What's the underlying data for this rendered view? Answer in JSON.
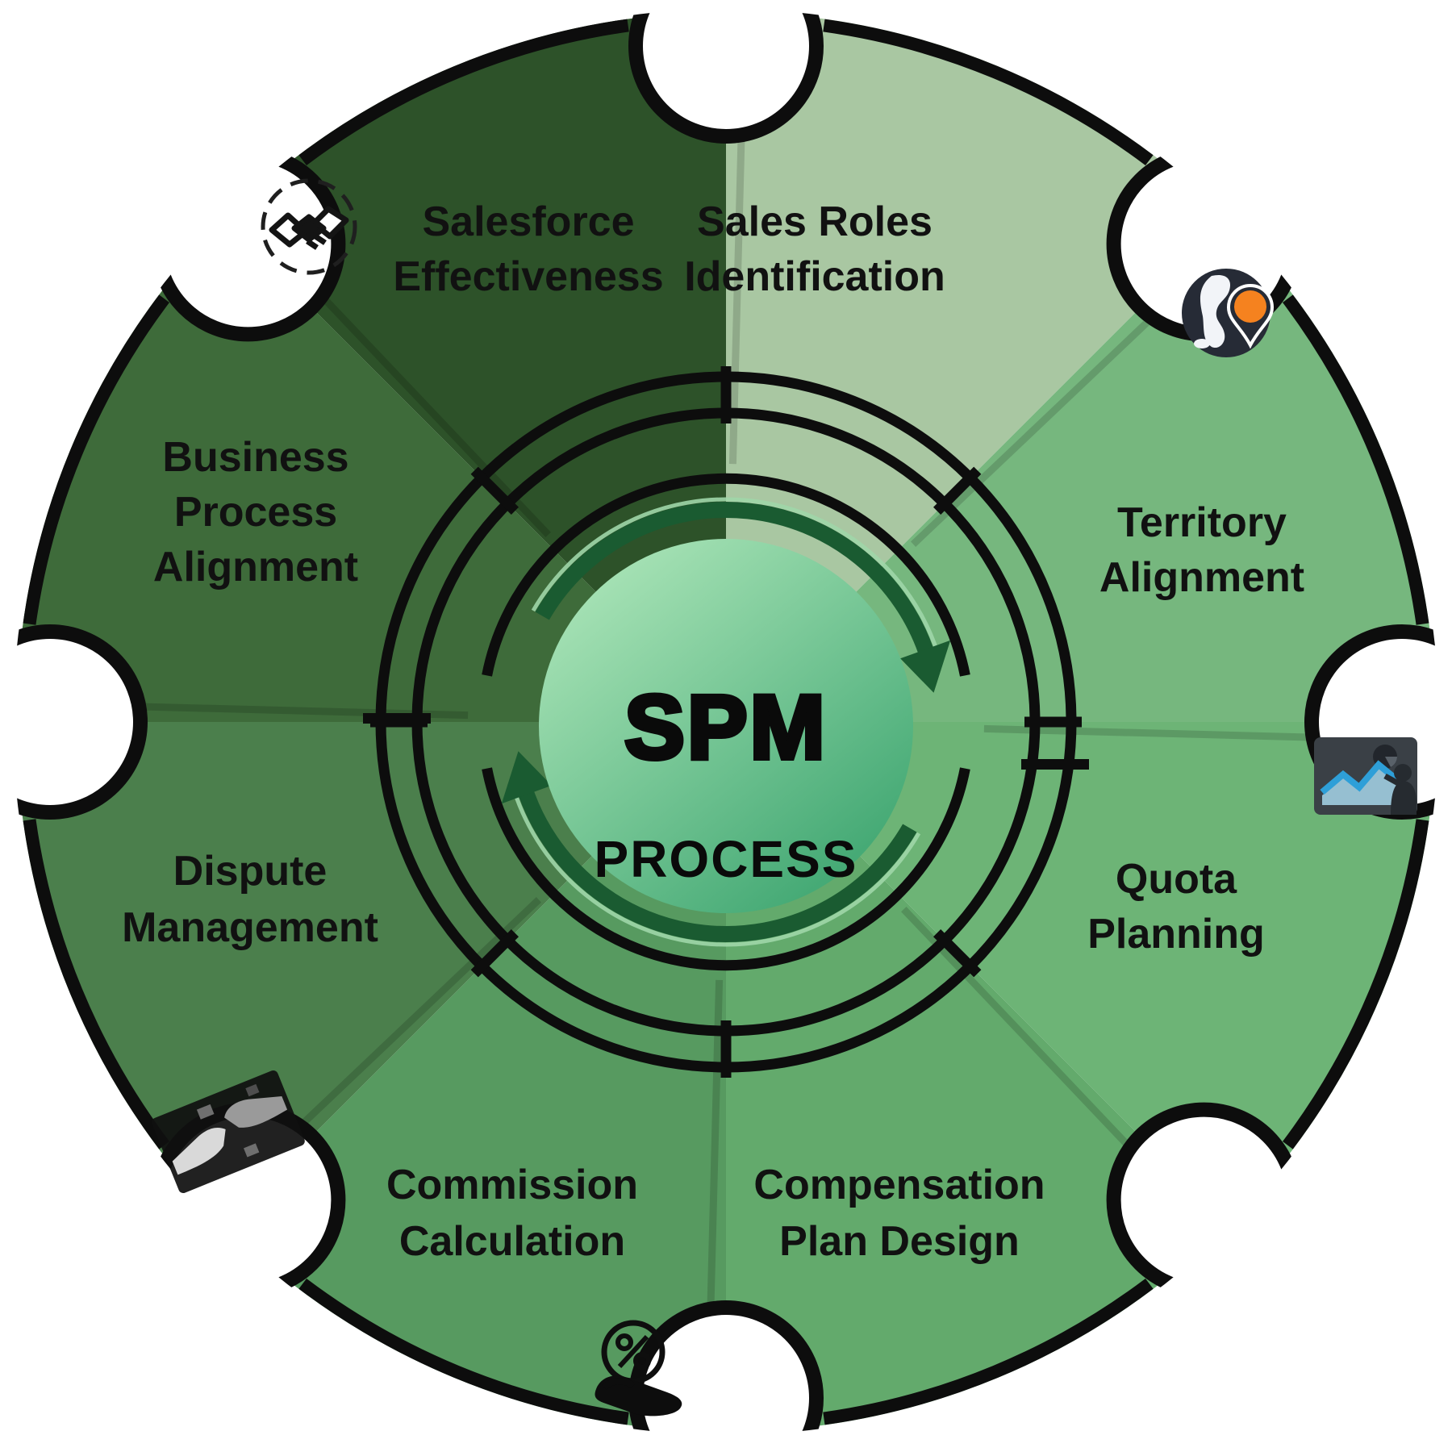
{
  "diagram": {
    "center": {
      "title": "SPM",
      "subtitle": "PROCESS"
    },
    "segments": [
      {
        "id": "sales-roles-identification",
        "label": "Sales Roles Identification",
        "lines": [
          "Sales Roles",
          "Identification"
        ],
        "color": "#a9c7a2"
      },
      {
        "id": "territory-alignment",
        "label": "Territory Alignment",
        "lines": [
          "Territory",
          "Alignment"
        ],
        "color": "#76b77e"
      },
      {
        "id": "quota-planning",
        "label": "Quota Planning",
        "lines": [
          "Quota",
          "Planning"
        ],
        "color": "#6db476"
      },
      {
        "id": "compensation-plan-design",
        "label": "Compensation Plan Design",
        "lines": [
          "Compensation",
          "Plan Design"
        ],
        "color": "#63aa6c"
      },
      {
        "id": "commission-calculation",
        "label": "Commission Calculation",
        "lines": [
          "Commission",
          "Calculation"
        ],
        "color": "#579a60"
      },
      {
        "id": "dispute-management",
        "label": "Dispute Management",
        "lines": [
          "Dispute",
          "Management"
        ],
        "color": "#4b7f4c"
      },
      {
        "id": "business-process-alignment",
        "label": "Business Process Alignment",
        "lines": [
          "Business",
          "Process",
          "Alignment"
        ],
        "color": "#3e6b3a"
      },
      {
        "id": "salesforce-effectiveness",
        "label": "Salesforce Effectiveness",
        "lines": [
          "Salesforce",
          "Effectiveness"
        ],
        "color": "#2d5229"
      }
    ],
    "icons": [
      {
        "name": "handshake-icon",
        "position": "top-left"
      },
      {
        "name": "globe-location-icon",
        "position": "top-right"
      },
      {
        "name": "chart-presentation-icon",
        "position": "right"
      },
      {
        "name": "percent-hand-icon",
        "position": "bottom"
      },
      {
        "name": "dispute-icon",
        "position": "bottom-left"
      }
    ],
    "colors": {
      "outline": "#0d0d0d",
      "arrow": "#1a5b31",
      "arrow_light": "#9fd6a8",
      "center_gradient_start": "#a8e3b6",
      "center_gradient_end": "#3da570",
      "pin_orange": "#f5821f",
      "chart_blue": "#2e9fd8",
      "label_text": "#111111"
    }
  }
}
